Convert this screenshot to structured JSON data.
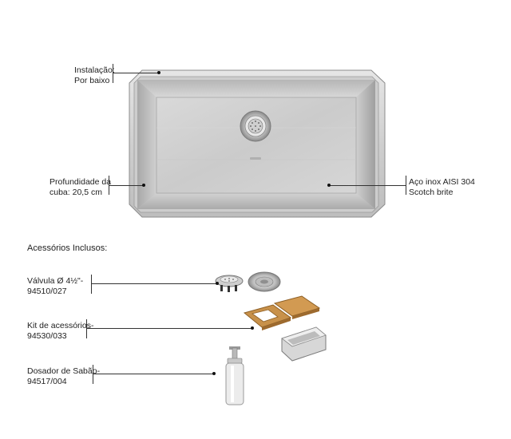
{
  "sink_callouts": {
    "installation": {
      "line1": "Instalação:",
      "line2": "Por baixo"
    },
    "depth": {
      "line1": "Profundidade da",
      "line2": "cuba: 20,5 cm"
    },
    "material": {
      "line1": "Aço inox AISI 304",
      "line2": "Scotch brite"
    }
  },
  "accessories": {
    "heading": "Acessórios Inclusos:",
    "items": [
      {
        "line1": "Válvula  Ø 4½\"-",
        "line2": "94510/027"
      },
      {
        "line1": "Kit de acessórios-",
        "line2": "94530/033"
      },
      {
        "line1": "Dosador de Sabão-",
        "line2": "94517/004"
      }
    ]
  },
  "colors": {
    "steel_light": "#dcdcdc",
    "steel_mid": "#c3c3c3",
    "steel_dark": "#9a9a9a",
    "wood": "#c8914a",
    "leader_line": "#333333"
  }
}
